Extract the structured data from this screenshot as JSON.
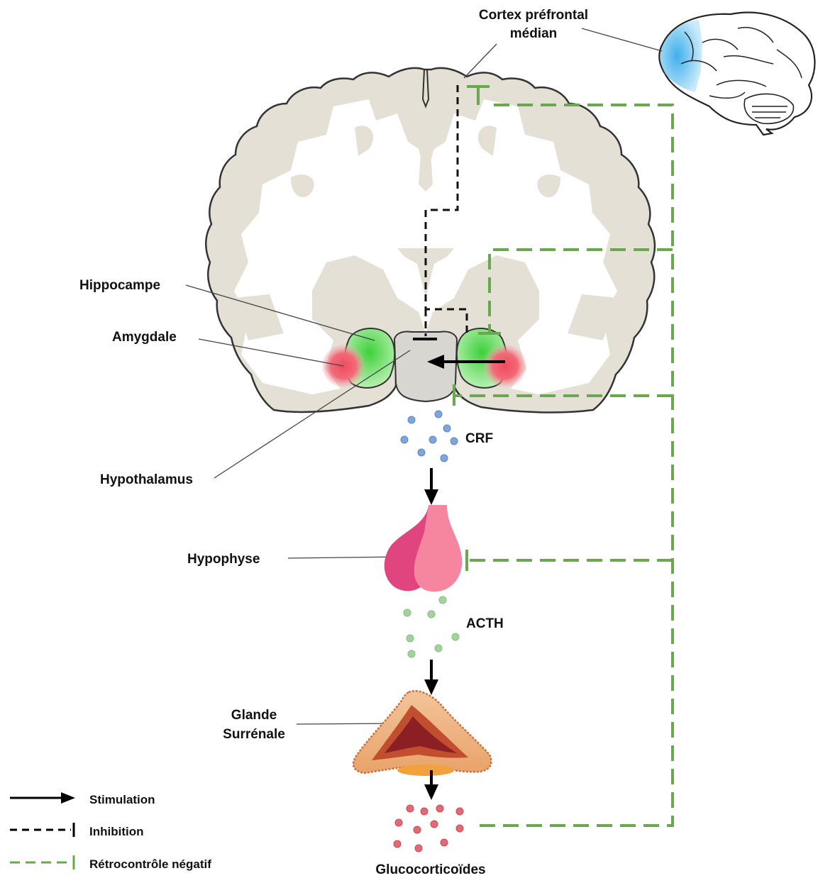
{
  "labels": {
    "cortex_line1": "Cortex préfrontal",
    "cortex_line2": "médian",
    "hippocampe": "Hippocampe",
    "amygdale": "Amygdale",
    "hypothalamus": "Hypothalamus",
    "crf": "CRF",
    "hypophyse": "Hypophyse",
    "acth": "ACTH",
    "glande_line1": "Glande",
    "glande_line2": "Surrénale",
    "glucocorticoides": "Glucocorticoïdes"
  },
  "legend": {
    "stimulation": "Stimulation",
    "inhibition": "Inhibition",
    "retrocontrole": "Rétrocontrôle négatif"
  },
  "colors": {
    "stimulation": "#000000",
    "inhibition": "#000000",
    "feedback": "#6aa84f",
    "brain_tissue": "#e5e0d5",
    "white_matter": "#ffffff",
    "hippocampus": "#7fe07a",
    "amygdala": "#ef5a6a",
    "hypothalamus": "#d8d6d0",
    "crf_particles": "#7ea6dc",
    "acth_particles": "#a3d39c",
    "gluco_particles": "#e36a75",
    "pituitary_dark": "#e0457f",
    "pituitary_light": "#f6869f",
    "prefrontal_highlight": "#6cc3ef"
  }
}
